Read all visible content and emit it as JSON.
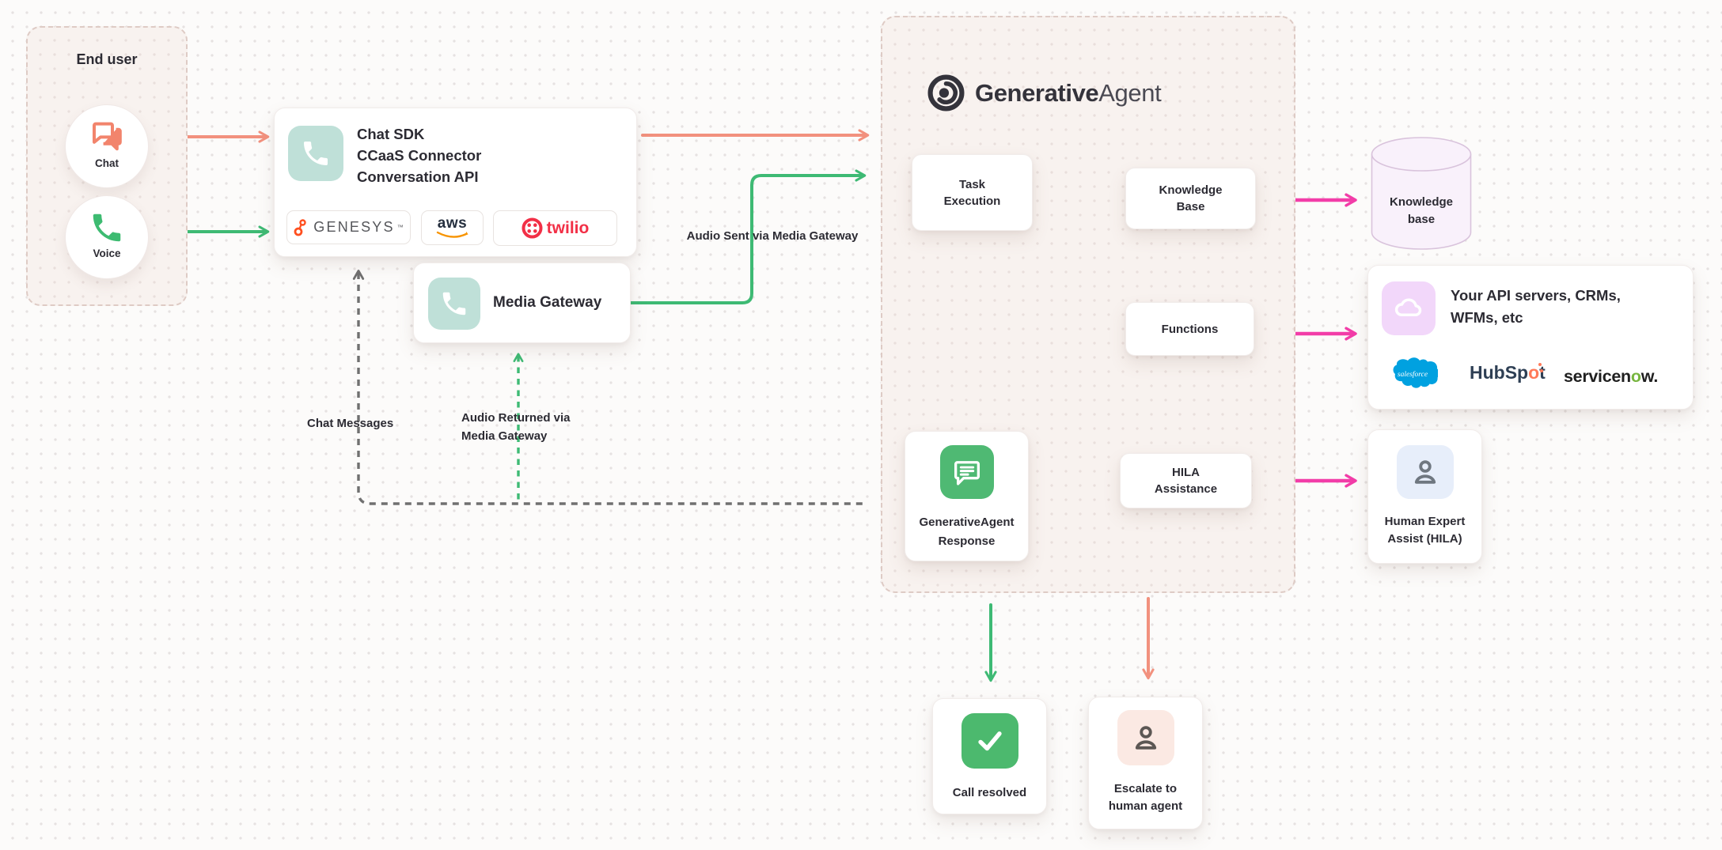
{
  "colors": {
    "salmon": "#F2917E",
    "green": "#3EBA74",
    "magenta": "#F23DA8",
    "dark_line": "#474747",
    "gray_line": "#707070",
    "ink": "#2C2B33",
    "brand_ink": "#34333B",
    "mint": "#BFE0D8",
    "green_icon": "#4FB973",
    "lavender": "#F2D7FA",
    "blue_icon_bg": "#E7EEFA",
    "peach_icon_bg": "#FBE9E3",
    "panel_bg": "#F8F2EF",
    "panel_border": "#DECBC5",
    "genesys_orange": "#FF4F1F",
    "genesys_gray": "#55565A",
    "aws_ink": "#252F3E",
    "aws_orange": "#F79400",
    "twilio_red": "#F22F46",
    "salesforce_blue": "#00A1E0",
    "hubspot_ink": "#2E3F54",
    "hubspot_orange": "#FF7A59",
    "servicenow_ink": "#1F1F1F",
    "servicenow_green": "#77B53F",
    "cylinder_fill": "#F9F1FB",
    "cylinder_stroke": "#D9C3DC"
  },
  "end_user": {
    "title": "End user",
    "channels": [
      {
        "label": "Chat"
      },
      {
        "label": "Voice"
      }
    ]
  },
  "chat_sdk": {
    "lines": [
      "Chat SDK",
      "CCaaS Connector",
      "Conversation API"
    ],
    "vendors": {
      "genesys": "GENESYS",
      "genesys_tm": "™",
      "aws": "aws",
      "twilio": "twilio"
    }
  },
  "media_gateway": {
    "label": "Media Gateway"
  },
  "edge_labels": {
    "audio_sent": "Audio Sent via Media Gateway",
    "chat_messages": "Chat Messages",
    "audio_returned_line1": "Audio Returned via",
    "audio_returned_line2": "Media Gateway"
  },
  "panel": {
    "brand_bold": "Generative",
    "brand_light": "Agent",
    "task_execution": [
      "Task",
      "Execution"
    ],
    "knowledge_base": [
      "Knowledge",
      "Base"
    ],
    "functions": "Functions",
    "hila": [
      "HILA",
      "Assistance"
    ],
    "response": [
      "GenerativeAgent",
      "Response"
    ]
  },
  "external": {
    "knowledge_db": [
      "Knowledge",
      "base"
    ],
    "api_servers": {
      "title": [
        "Your API servers, CRMs,",
        "WFMs, etc"
      ],
      "salesforce": "salesforce",
      "hubspot_prefix": "HubSp",
      "hubspot_o": "o",
      "hubspot_suffix": "t",
      "servicenow_prefix": "servicen",
      "servicenow_o": "o",
      "servicenow_suffix": "w."
    },
    "human_expert": [
      "Human Expert",
      "Assist (HILA)"
    ]
  },
  "outcomes": {
    "resolved": "Call resolved",
    "escalate": [
      "Escalate to",
      "human agent"
    ]
  }
}
